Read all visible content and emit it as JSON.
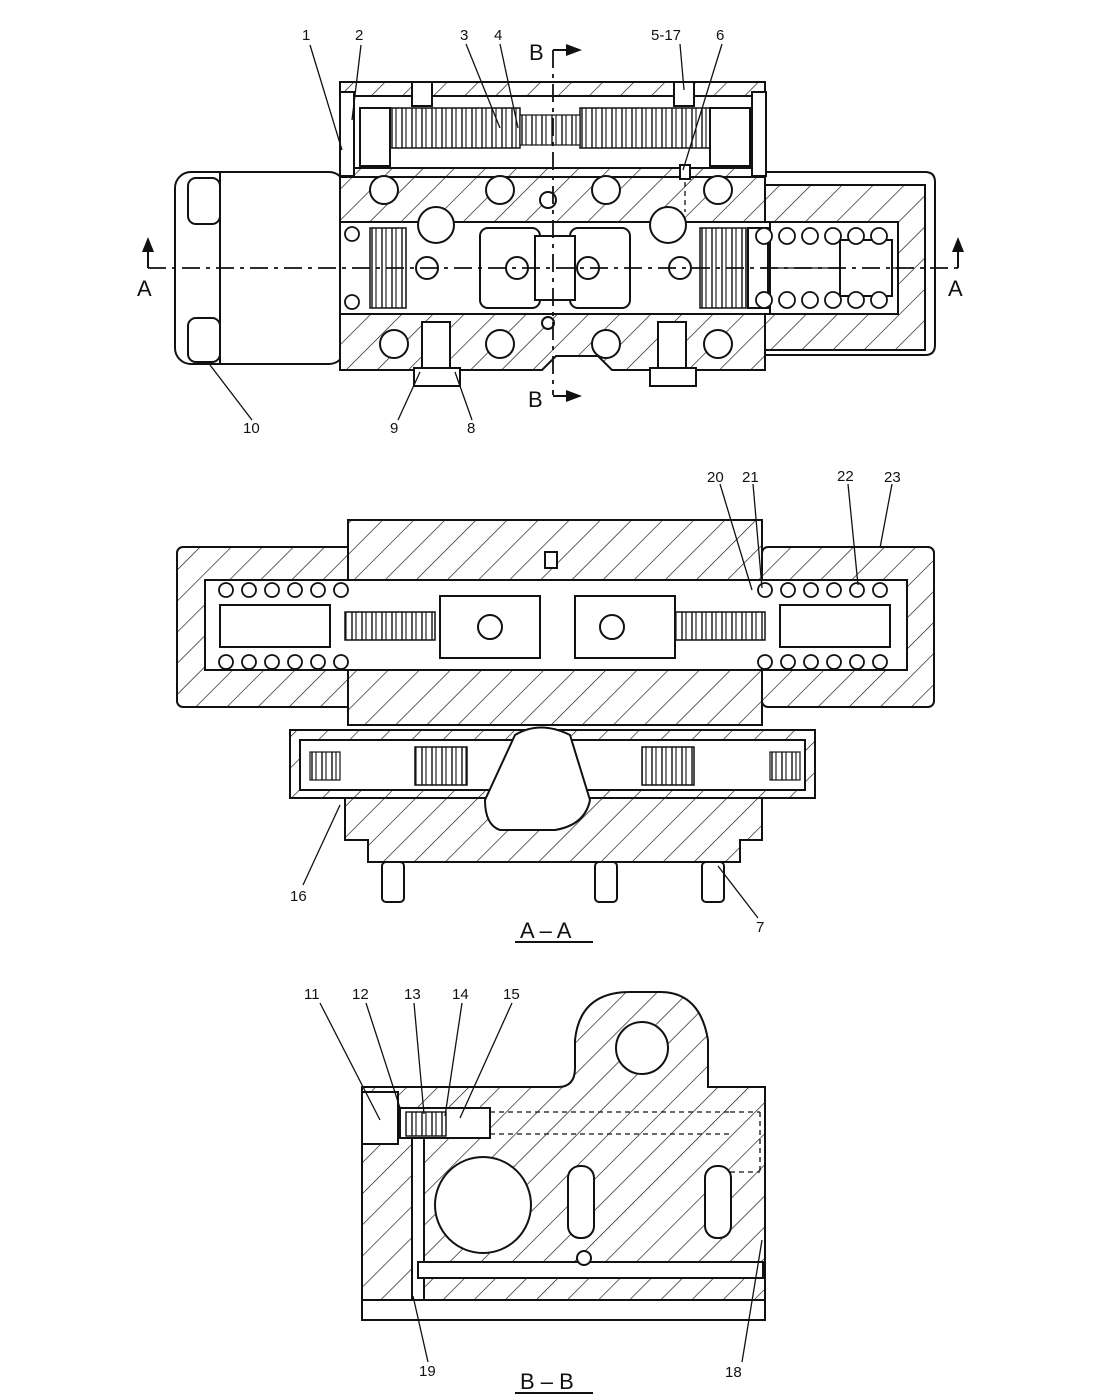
{
  "callouts": {
    "c1": "1",
    "c2": "2",
    "c3": "3",
    "c4": "4",
    "c5_17": "5-17",
    "c6": "6",
    "c7": "7",
    "c8": "8",
    "c9": "9",
    "c10": "10",
    "c11": "11",
    "c12": "12",
    "c13": "13",
    "c14": "14",
    "c15": "15",
    "c16": "16",
    "c18": "18",
    "c19": "19",
    "c20": "20",
    "c21": "21",
    "c22": "22",
    "c23": "23"
  },
  "section_markers": {
    "a_left": "A",
    "a_right": "A",
    "b_top": "B",
    "b_bottom": "B"
  },
  "view_titles": {
    "section_aa": "A – A",
    "section_bb": "B – B"
  }
}
